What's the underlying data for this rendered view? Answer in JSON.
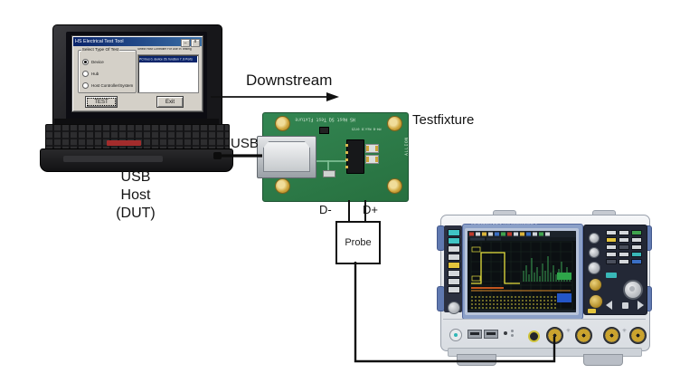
{
  "labels": {
    "downstream": "Downstream",
    "usb_cable": "USB",
    "testfixture": "Testfixture",
    "d_minus": "D-",
    "d_plus": "D+",
    "probe": "Probe",
    "usb_host_line1": "USB",
    "usb_host_line2": "Host",
    "usb_host_line3": "(DUT)"
  },
  "test_tool_dialog": {
    "title": "HS Electrical Test Tool",
    "minimize_icon": "_",
    "close_icon": "x",
    "group_label": "Select Type Of Test",
    "radios": [
      {
        "label": "Device",
        "selected": true
      },
      {
        "label": "Hub",
        "selected": false
      },
      {
        "label": "Host Controller/System",
        "selected": false
      }
    ],
    "list_label": "Select Host Controller For Use In Testing",
    "list_items": [
      "PCI bus 0, device 29, function 7, 8 Ports"
    ],
    "buttons": {
      "test": "TEST",
      "exit": "Exit"
    }
  },
  "testfixture_pcb": {
    "silkscreen_title": "HS Host SQ Test Fixture",
    "silkscreen_rev": "M4-B Rev:D 0725",
    "silkscreen_brand": "ALLION",
    "board_color": "#2e7d49"
  },
  "oscilloscope": {
    "brand_strip": "ROHDE&SCHWARZ RTO OSCILLOSCOPE",
    "accent_blue": "#6079b0",
    "bnc_gold": "#caa32e"
  }
}
